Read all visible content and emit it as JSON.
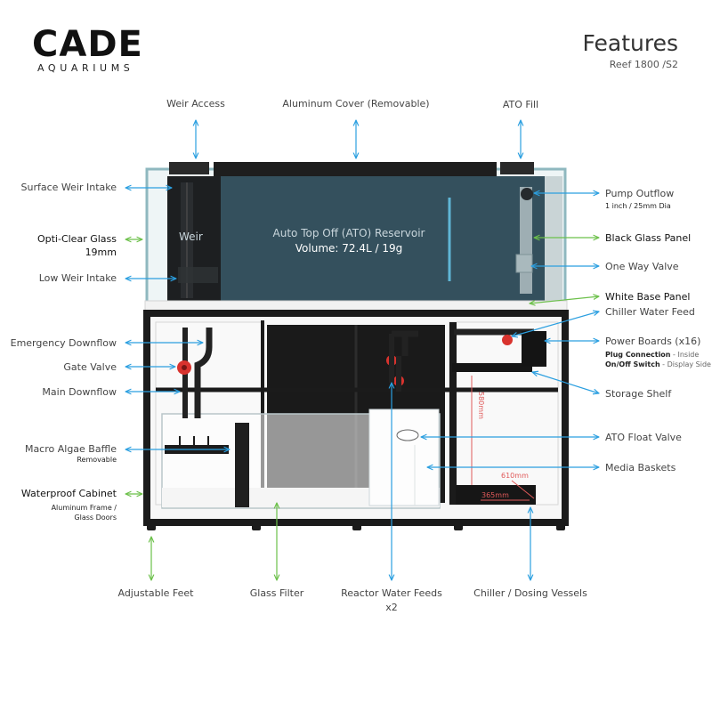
{
  "brand": {
    "logo": "CADE",
    "tagline": "AQUARIUMS"
  },
  "header": {
    "title": "Features",
    "model": "Reef 1800 /S2"
  },
  "tank": {
    "weir_label": "Weir",
    "ato_label": "Auto Top Off (ATO) Reservoir",
    "ato_volume": "Volume: 72.4L / 19g"
  },
  "dimensions": {
    "height": "580mm",
    "depth": "610mm",
    "width": "365mm"
  },
  "callouts": {
    "weir_access": "Weir Access",
    "aluminum_cover": "Aluminum Cover (Removable)",
    "ato_fill": "ATO Fill",
    "surface_weir_intake": "Surface Weir Intake",
    "opti_clear_glass": "Opti-Clear Glass",
    "opti_clear_glass_size": "19mm",
    "low_weir_intake": "Low Weir Intake",
    "emergency_downflow": "Emergency Downflow",
    "gate_valve": "Gate Valve",
    "main_downflow": "Main Downflow",
    "macro_algae_baffle": "Macro Algae Baffle",
    "macro_algae_baffle_note": "Removable",
    "waterproof_cabinet": "Waterproof Cabinet",
    "waterproof_cabinet_note1": "Aluminum Frame /",
    "waterproof_cabinet_note2": "Glass Doors",
    "pump_outflow": "Pump Outflow",
    "pump_outflow_note": "1 inch / 25mm Dia",
    "black_glass_panel": "Black Glass Panel",
    "one_way_valve": "One Way Valve",
    "white_base_panel": "White Base Panel",
    "chiller_water_feed": "Chiller Water Feed",
    "power_boards": "Power Boards (x16)",
    "plug_connection": "Plug Connection",
    "plug_connection_loc": " - Inside",
    "on_off_switch": "On/Off Switch",
    "on_off_switch_loc": " - Display Side",
    "storage_shelf": "Storage Shelf",
    "ato_float_valve": "ATO Float Valve",
    "media_baskets": "Media Baskets",
    "adjustable_feet": "Adjustable Feet",
    "glass_filter": "Glass Filter",
    "reactor_water_feeds": "Reactor Water Feeds",
    "reactor_water_feeds_qty": "x2",
    "chiller_dosing_vessels": "Chiller / Dosing Vessels"
  },
  "colors": {
    "blue_arrow": "#2b9fe0",
    "green_arrow": "#6cc04a",
    "ato_panel": "#34505d",
    "frame": "#1b1b1b"
  }
}
